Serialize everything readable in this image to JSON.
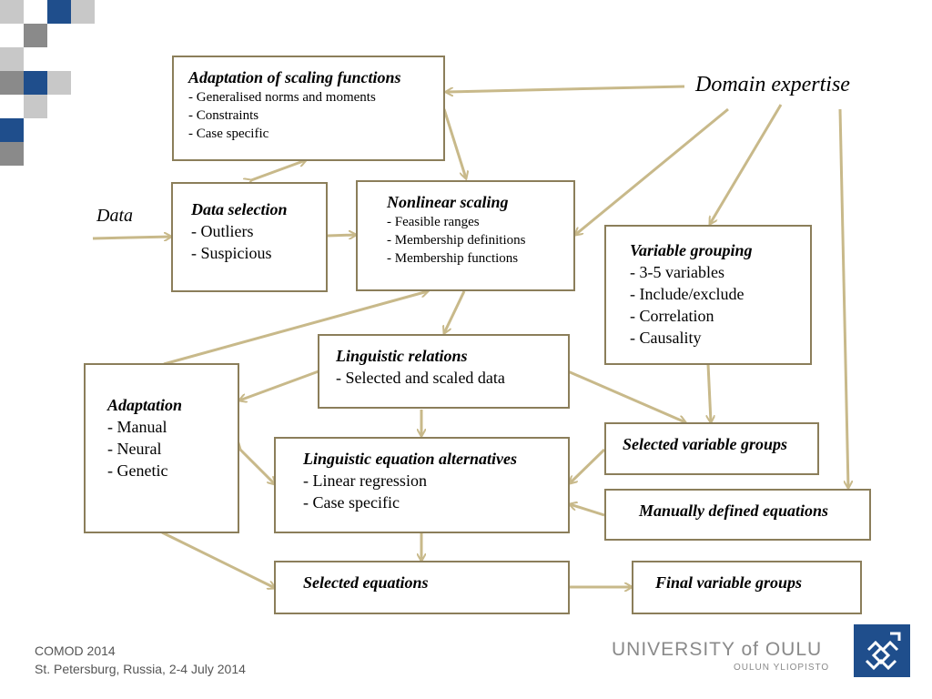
{
  "colors": {
    "navy": "#1f4e8c",
    "gray": "#8a8a8a",
    "light_gray": "#c8c8c8",
    "arrow": "#c8b98a",
    "border": "#8b7e5a"
  },
  "boxes": {
    "adaptation_scaling": {
      "title": "Adaptation of scaling functions",
      "lines": [
        "- Generalised norms and moments",
        "- Constraints",
        "- Case specific"
      ]
    },
    "data_selection": {
      "title": "Data selection",
      "lines": [
        "- Outliers",
        "- Suspicious"
      ]
    },
    "nonlinear_scaling": {
      "title": "Nonlinear scaling",
      "lines": [
        "- Feasible ranges",
        "- Membership definitions",
        "- Membership functions"
      ]
    },
    "variable_grouping": {
      "title": "Variable grouping",
      "lines": [
        "- 3-5 variables",
        "- Include/exclude",
        "- Correlation",
        "- Causality"
      ]
    },
    "linguistic_relations": {
      "title": "Linguistic relations",
      "lines": [
        "- Selected and scaled data"
      ]
    },
    "adaptation": {
      "title": "Adaptation",
      "lines": [
        "- Manual",
        "- Neural",
        "- Genetic"
      ]
    },
    "linguistic_equation_alternatives": {
      "title": "Linguistic equation alternatives",
      "lines": [
        "- Linear regression",
        "- Case specific"
      ]
    },
    "selected_variable_groups": {
      "title": "Selected variable groups"
    },
    "manually_defined_equations": {
      "title": "Manually defined equations"
    },
    "selected_equations": {
      "title": "Selected equations"
    },
    "final_variable_groups": {
      "title": "Final variable groups"
    }
  },
  "labels": {
    "data": "Data",
    "domain_expertise": "Domain expertise"
  },
  "footer": {
    "line1": "COMOD 2014",
    "line2": "St. Petersburg, Russia, 2-4 July 2014"
  },
  "university": {
    "name": "UNIVERSITY of OULU",
    "subname": "OULUN YLIOPISTO"
  }
}
